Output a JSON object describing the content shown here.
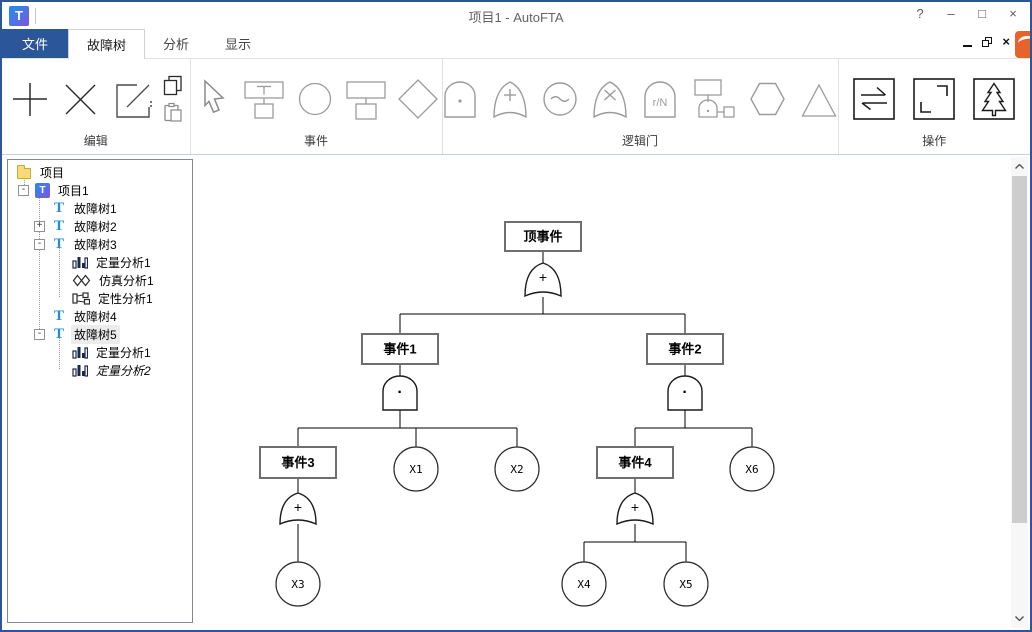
{
  "titlebar": {
    "logo_letter": "T",
    "title": "项目1 - AutoFTA",
    "help": "?",
    "minimize": "–",
    "maximize": "□",
    "close": "×"
  },
  "tabs": {
    "file": "文件",
    "fault_tree": "故障树",
    "analysis": "分析",
    "display": "显示"
  },
  "ribbon": {
    "groups": {
      "edit": "编辑",
      "event": "事件",
      "gate": "逻辑门",
      "operation": "操作"
    },
    "voting_label": "r/N"
  },
  "tree": {
    "letter": "T",
    "items": [
      {
        "label": "项目",
        "expander": ""
      },
      {
        "label": "项目1",
        "expander": "-"
      },
      {
        "label": "故障树1",
        "expander": ""
      },
      {
        "label": "故障树2",
        "expander": "+"
      },
      {
        "label": "故障树3",
        "expander": "-"
      },
      {
        "label": "定量分析1",
        "expander": ""
      },
      {
        "label": "仿真分析1",
        "expander": ""
      },
      {
        "label": "定性分析1",
        "expander": ""
      },
      {
        "label": "故障树4",
        "expander": ""
      },
      {
        "label": "故障树5",
        "expander": "-"
      },
      {
        "label": "定量分析1",
        "expander": ""
      },
      {
        "label": "定量分析2",
        "expander": ""
      }
    ]
  },
  "diagram": {
    "top": "顶事件",
    "e1": "事件1",
    "e2": "事件2",
    "e3": "事件3",
    "e4": "事件4",
    "x1": "X1",
    "x2": "X2",
    "x3": "X3",
    "x4": "X4",
    "x5": "X5",
    "x6": "X6",
    "or_symbol": "+",
    "and_symbol": "·"
  },
  "colors": {
    "accent": "#2b579a",
    "window_border": "#2b579a",
    "tree_icon_blue": "#1e8fdd",
    "selection_bg": "#ececec",
    "badge_orange": "#e8622c"
  }
}
